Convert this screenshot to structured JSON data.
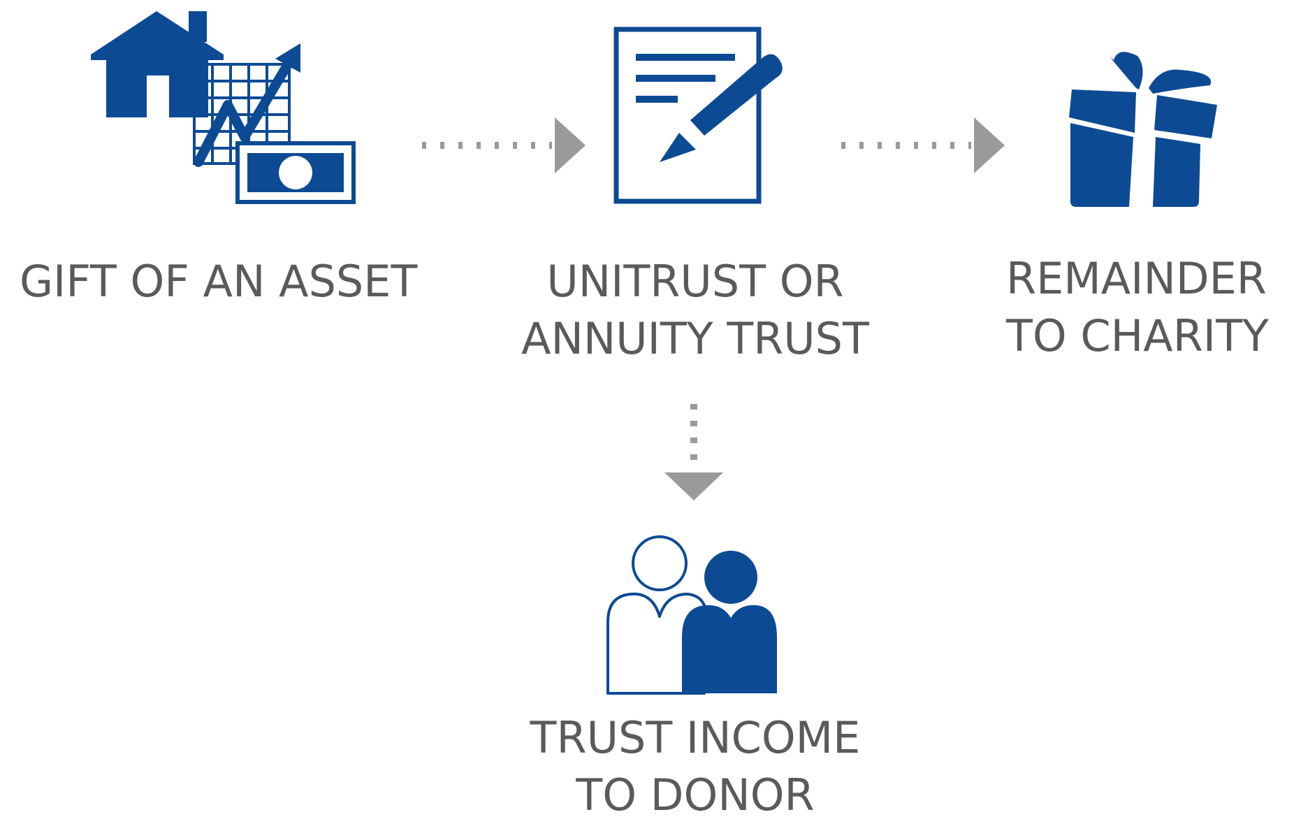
{
  "diagram": {
    "colors": {
      "icon_blue": "#0d4a94",
      "arrow_gray": "#999a9c",
      "text_gray": "#5a5a5a",
      "background": "#ffffff"
    },
    "nodes": {
      "gift": {
        "icon": "house-chart-money-icon",
        "line1": "GIFT OF AN ASSET"
      },
      "trust": {
        "icon": "document-pen-icon",
        "line1": "UNITRUST OR",
        "line2": "ANNUITY TRUST"
      },
      "charity": {
        "icon": "gift-box-icon",
        "line1": "REMAINDER",
        "line2": "TO CHARITY"
      },
      "donor": {
        "icon": "people-icon",
        "line1": "TRUST INCOME",
        "line2": "TO DONOR"
      }
    },
    "connectors": [
      {
        "from": "gift",
        "to": "trust",
        "style": "dotted-arrow",
        "direction": "right"
      },
      {
        "from": "trust",
        "to": "charity",
        "style": "dotted-arrow",
        "direction": "right"
      },
      {
        "from": "trust",
        "to": "donor",
        "style": "dotted-arrow",
        "direction": "down"
      }
    ]
  }
}
